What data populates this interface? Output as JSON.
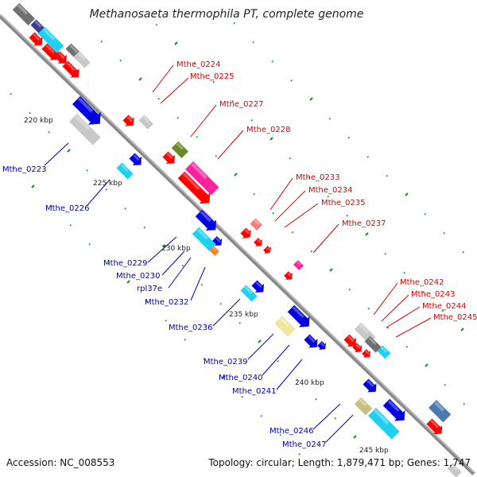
{
  "title": "Methanosaeta thermophila PT, complete genome",
  "footer": {
    "accession": "Accession: NC_008553",
    "topology": "Topology: circular; Length: 1,879,471 bp; Genes: 1,747"
  },
  "colors": {
    "red": "#ff0000",
    "blue": "#0000e0",
    "cyan": "#20d0f0",
    "magenta": "#ff20a0",
    "gray": "#c8c8c8",
    "dark_gray": "#707070",
    "olive": "#6a8a2a",
    "salmon": "#f08080",
    "khaki": "#f0e6a0",
    "olive_khaki": "#c8c080",
    "orange": "#ff8020",
    "steel": "#4a7ab0",
    "navy": "#3a3a90",
    "backbone": "#888888",
    "tick": "#1a8a1a"
  },
  "kbp_marks": [
    "220 kbp",
    "225 kbp",
    "230 kbp",
    "235 kbp",
    "240 kbp",
    "245 kbp"
  ],
  "red_labels": [
    "Mthe_0224",
    "Mthe_0225",
    "Mthe_0227",
    "Mthe_0228",
    "Mthe_0233",
    "Mthe_0234",
    "Mthe_0235",
    "Mthe_0237",
    "Mthe_0242",
    "Mthe_0243",
    "Mthe_0244",
    "Mthe_0245"
  ],
  "blue_labels": [
    "Mthe_0223",
    "Mthe_0226",
    "Mthe_0229",
    "Mthe_0230",
    "rpl37e",
    "Mthe_0232",
    "Mthe_0236",
    "Mthe_0239",
    "Mthe_0240",
    "Mthe_0241",
    "Mthe_0246",
    "Mthe_0247"
  ]
}
